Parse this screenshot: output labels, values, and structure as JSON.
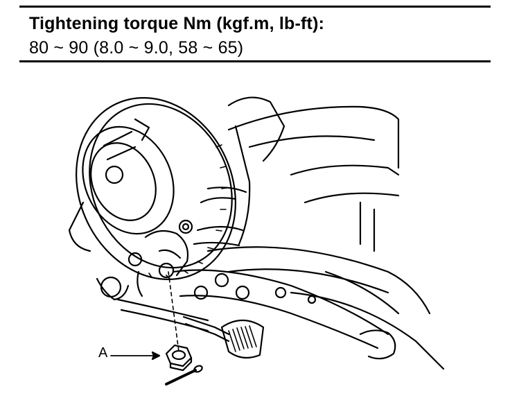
{
  "spec": {
    "title": "Tightening torque Nm (kgf.m, lb-ft):",
    "value": "80 ~ 90 (8.0 ~ 9.0, 58 ~ 65)"
  },
  "callouts": [
    {
      "label": "A"
    }
  ]
}
